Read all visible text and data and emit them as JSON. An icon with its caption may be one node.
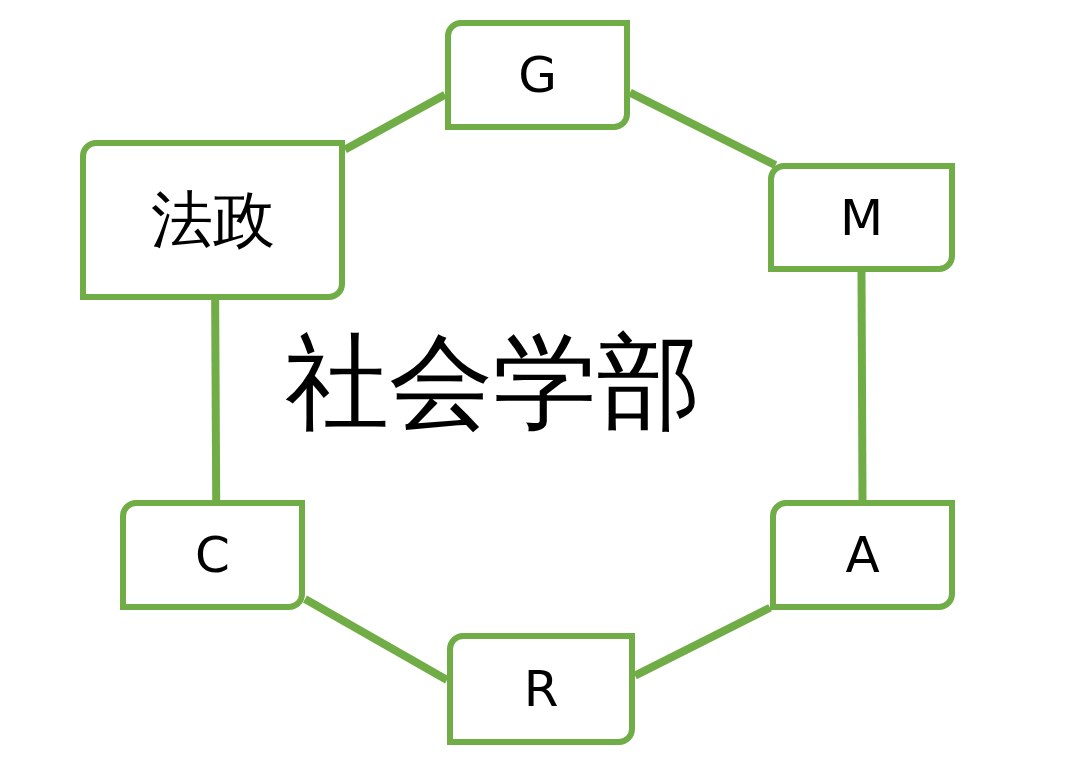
{
  "diagram": {
    "nodes": [
      {
        "text": [
          "G"
        ]
      },
      {
        "text": [
          "法政"
        ]
      },
      {
        "text": [
          "M"
        ]
      },
      {
        "text": [
          "C"
        ]
      },
      {
        "text": [
          "A"
        ]
      },
      {
        "text": [
          "R"
        ]
      }
    ],
    "edges": [
      {
        "from": 1,
        "to": 0,
        "arrow": "none"
      },
      {
        "from": 0,
        "to": 2,
        "arrow": "none"
      },
      {
        "from": 2,
        "to": 4,
        "arrow": "none"
      },
      {
        "from": 4,
        "to": 5,
        "arrow": "none"
      },
      {
        "from": 5,
        "to": 3,
        "arrow": "none"
      },
      {
        "from": 3,
        "to": 1,
        "arrow": "none"
      }
    ],
    "labels": [
      "社会学部"
    ]
  }
}
